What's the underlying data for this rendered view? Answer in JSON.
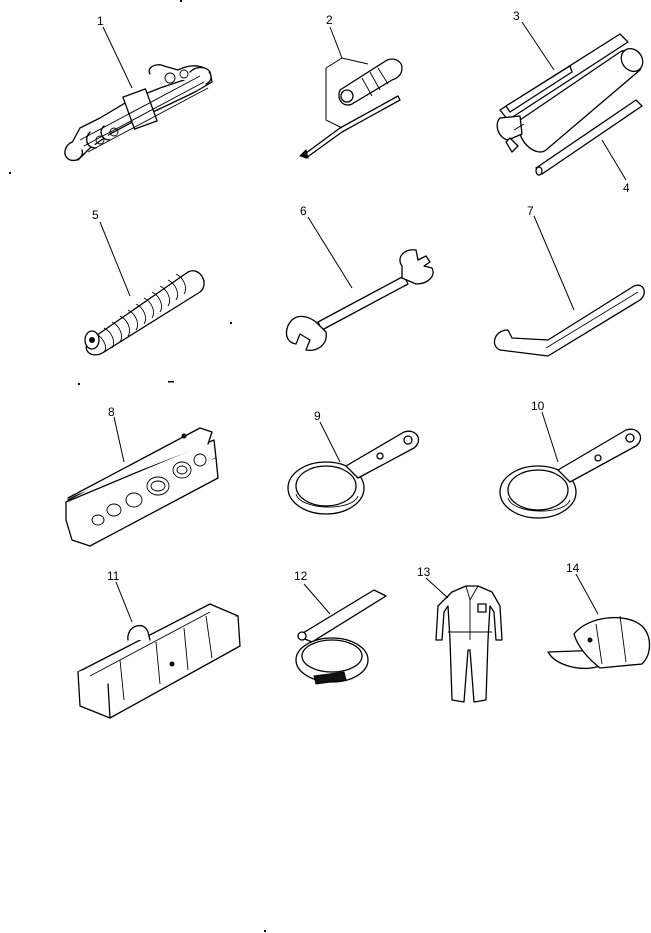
{
  "diagram": {
    "callouts": [
      {
        "id": "1",
        "part": "wrench-set"
      },
      {
        "id": "2",
        "part": "screwdriver"
      },
      {
        "id": "3",
        "part": "grease-pump"
      },
      {
        "id": "4",
        "part": "nozzle-extension"
      },
      {
        "id": "5",
        "part": "hose-spring"
      },
      {
        "id": "6",
        "part": "open-end-wrench"
      },
      {
        "id": "7",
        "part": "hex-key"
      },
      {
        "id": "8",
        "part": "socket-set"
      },
      {
        "id": "9",
        "part": "filter-wrench"
      },
      {
        "id": "10",
        "part": "filter-wrench-large"
      },
      {
        "id": "11",
        "part": "tool-bag"
      },
      {
        "id": "12",
        "part": "strap-filter-wrench"
      },
      {
        "id": "13",
        "part": "coveralls"
      },
      {
        "id": "14",
        "part": "cap"
      }
    ]
  }
}
